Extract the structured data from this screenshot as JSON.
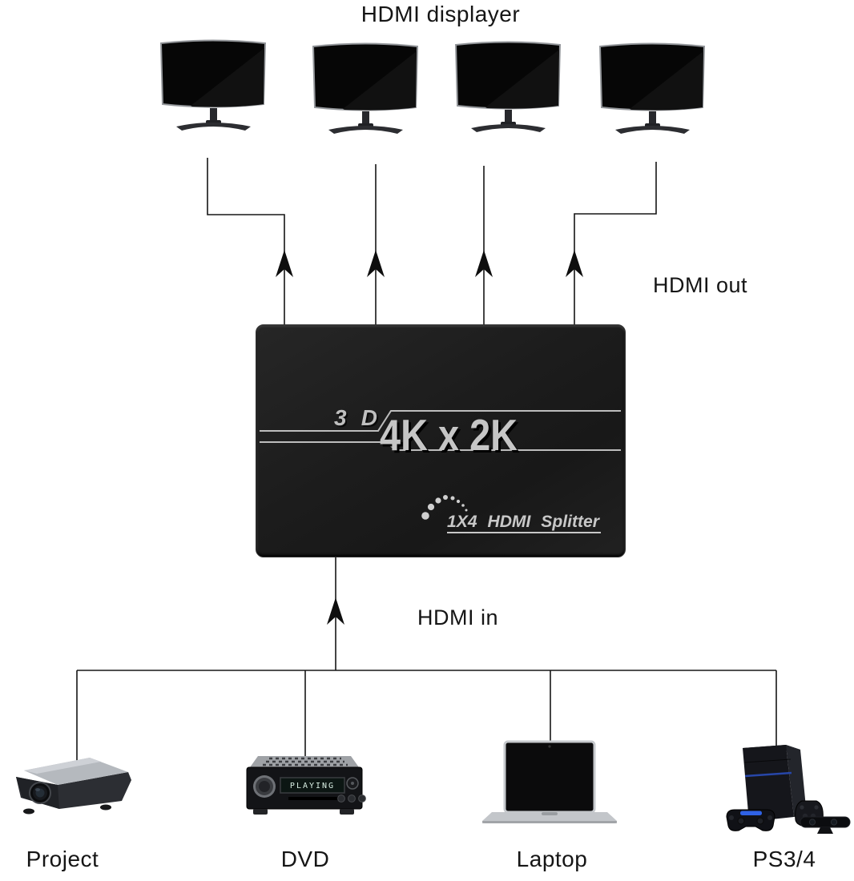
{
  "labels": {
    "displays_group": "HDMI displayer",
    "hdmi_out": "HDMI out",
    "hdmi_in": "HDMI in"
  },
  "splitter_box": {
    "badge_3d": "3D",
    "resolution": "4K x 2K",
    "product_name": "1X4 HDMI Splitter",
    "body_color": "#1e1e1e",
    "print_color": "#c6c6c6"
  },
  "sources": [
    {
      "label": "Project"
    },
    {
      "label": "DVD",
      "lcd_text": "PLAYING"
    },
    {
      "label": "Laptop"
    },
    {
      "label": "PS3/4"
    }
  ],
  "line_color": "#161616"
}
